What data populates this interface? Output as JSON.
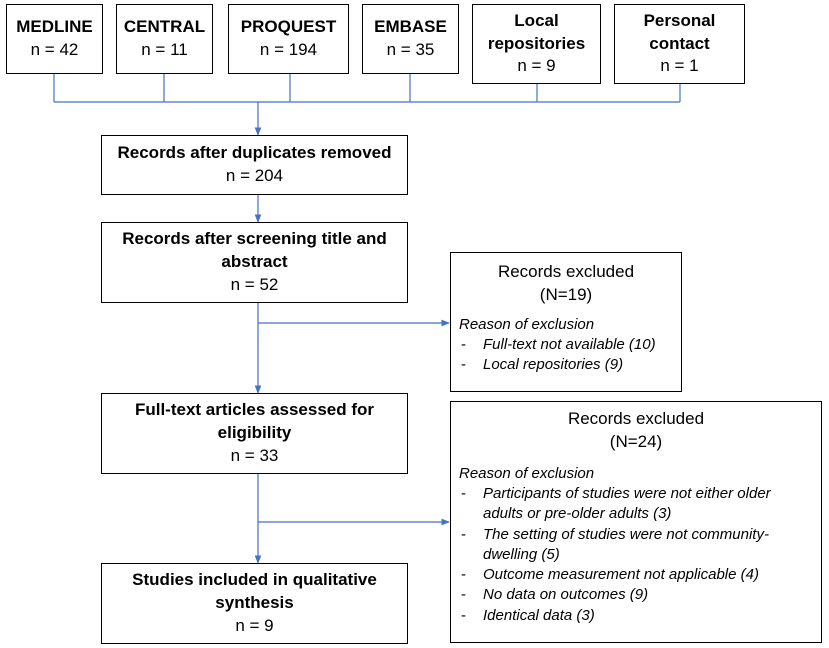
{
  "sources": [
    {
      "name": "MEDLINE",
      "count": "n = 42"
    },
    {
      "name": "CENTRAL",
      "count": "n = 11"
    },
    {
      "name": "PROQUEST",
      "count": "n = 194"
    },
    {
      "name": "EMBASE",
      "count": "n = 35"
    },
    {
      "name": "Local repositories",
      "count": "n = 9"
    },
    {
      "name": "Personal contact",
      "count": "n = 1"
    }
  ],
  "steps": [
    {
      "title": "Records after duplicates removed",
      "count": "n = 204"
    },
    {
      "title": "Records after screening title and abstract",
      "count": "n = 52"
    },
    {
      "title": "Full-text articles assessed for eligibility",
      "count": "n = 33"
    },
    {
      "title": "Studies included in qualitative synthesis",
      "count": "n = 9"
    }
  ],
  "exclusions": [
    {
      "heading": "Records excluded",
      "count": "(N=19)",
      "reason_label": "Reason of exclusion",
      "reasons": [
        "Full-text not available (10)",
        "Local repositories (9)"
      ]
    },
    {
      "heading": "Records excluded",
      "count": "(N=24)",
      "reason_label": "Reason of exclusion",
      "reasons": [
        "Participants of studies were not either older adults or pre-older adults (3)",
        "The setting of studies were not community-dwelling (5)",
        "Outcome measurement not applicable (4)",
        "No data on outcomes (9)",
        "Identical data (3)"
      ]
    }
  ],
  "colors": {
    "connector": "#4472c4",
    "border": "#000000"
  }
}
